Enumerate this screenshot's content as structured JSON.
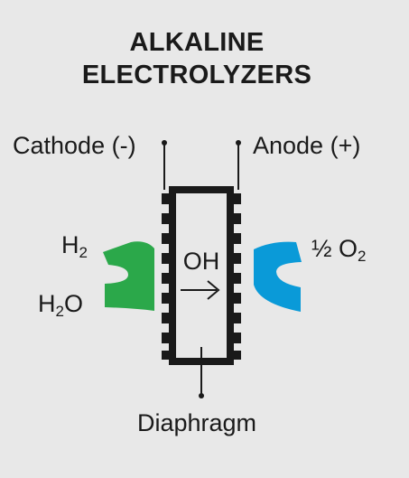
{
  "title": {
    "line1": "ALKALINE",
    "line2": "ELECTROLYZERS"
  },
  "labels": {
    "cathode": "Cathode (-)",
    "anode": "Anode (+)",
    "diaphragm": "Diaphragm",
    "ion": "OH",
    "h2_base": "H",
    "h2_sub": "2",
    "h2o_base_1": "H",
    "h2o_sub": "2",
    "h2o_base_2": "O",
    "o2_prefix": "½ O",
    "o2_sub": "2"
  },
  "colors": {
    "background": "#e8e8e8",
    "ink": "#1a1a1a",
    "cathode_product": "#2ba84a",
    "anode_product": "#0a9ad8"
  },
  "icons": {
    "ion_flow": "arrow-right-icon"
  }
}
